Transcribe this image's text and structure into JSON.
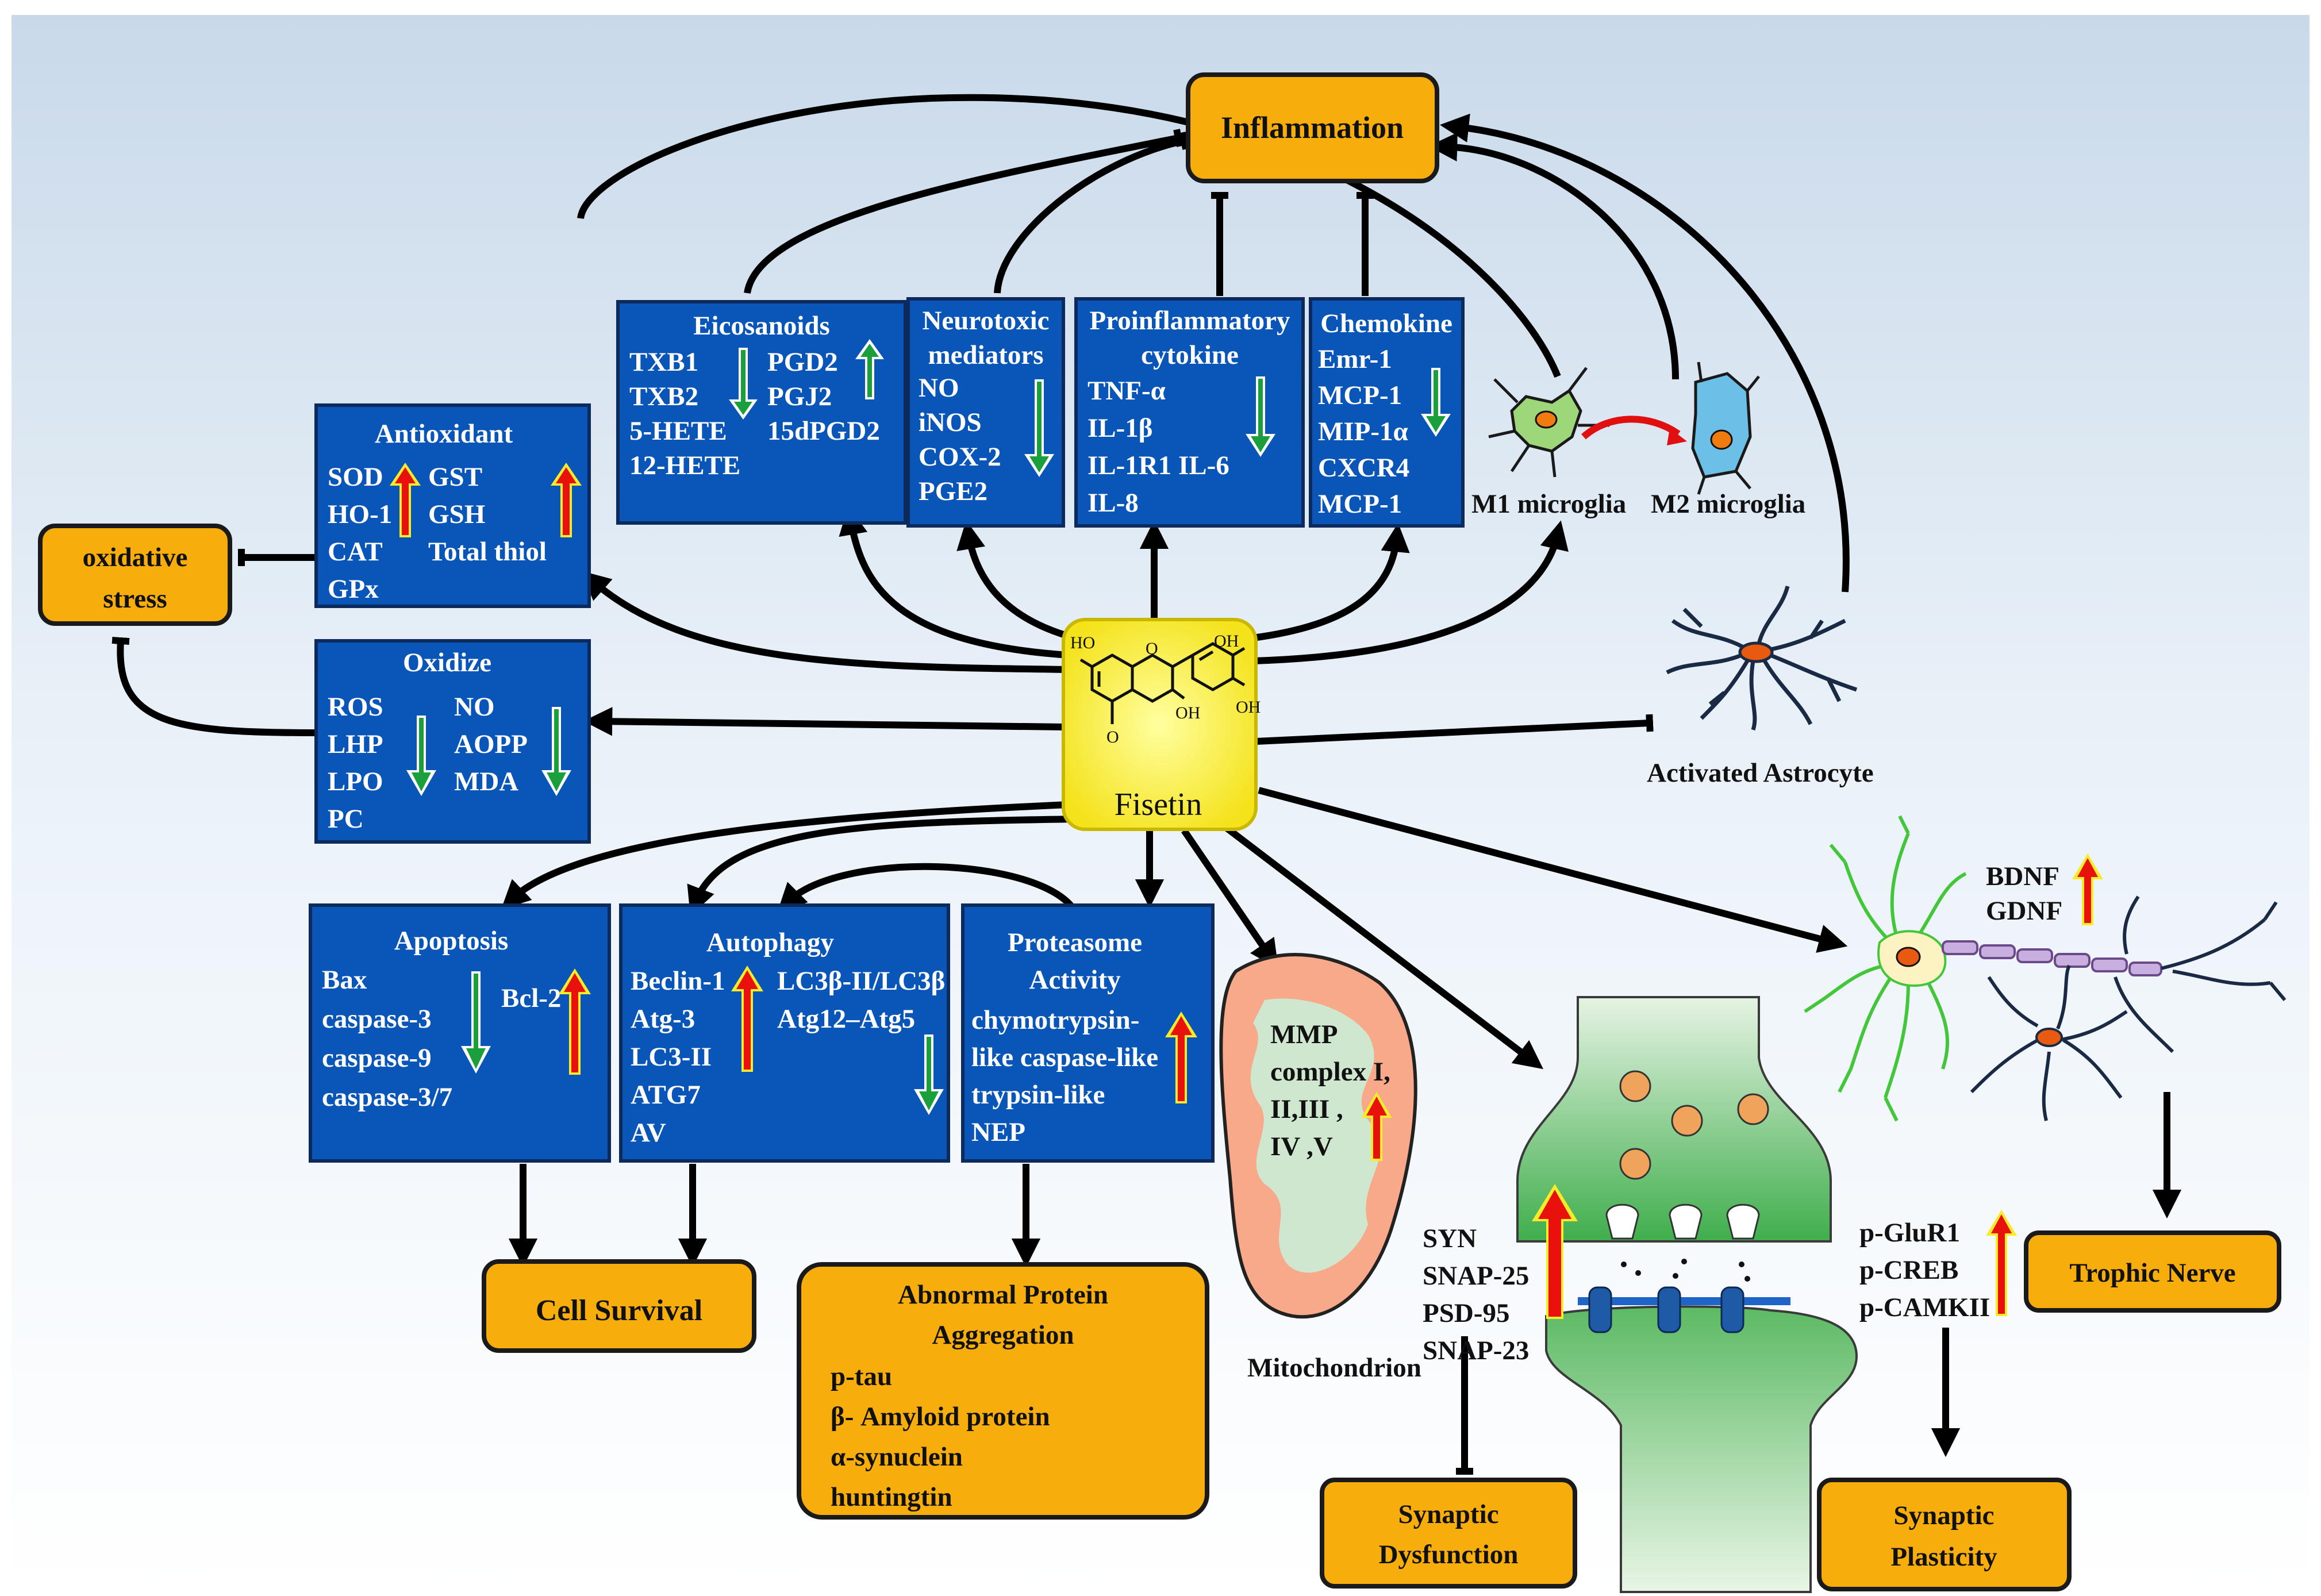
{
  "center": {
    "label": "Fisetin",
    "oh1": "HO",
    "oh2": "OH",
    "oh3": "OH",
    "oh4": "OH",
    "o1": "O",
    "o2": "O"
  },
  "inflammation": {
    "label": "Inflammation"
  },
  "oxidative_stress": {
    "line1": "oxidative",
    "line2": "stress"
  },
  "eicosanoids": {
    "title": "Eicosanoids",
    "left": [
      "TXB1",
      "TXB2",
      "5-HETE",
      "12-HETE"
    ],
    "right": [
      "PGD2",
      "PGJ2",
      "15dPGD2"
    ]
  },
  "neurotoxic": {
    "title1": "Neurotoxic",
    "title2": "mediators",
    "items": [
      "NO",
      "iNOS",
      "COX-2",
      "PGE2"
    ]
  },
  "proinflammatory": {
    "title1": "Proinflammatory",
    "title2": "cytokine",
    "items": [
      "TNF-α",
      "IL-1β",
      "IL-1R1  IL-6",
      "IL-8"
    ]
  },
  "chemokine": {
    "title": "Chemokine",
    "items": [
      "Emr-1",
      "MCP-1",
      "MIP-1α",
      "CXCR4",
      "MCP-1"
    ]
  },
  "microglia": {
    "m1": "M1  microglia",
    "m2": "M2 microglia"
  },
  "antioxidant": {
    "title": "Antioxidant",
    "left": [
      "SOD",
      "HO-1",
      "CAT",
      "GPx"
    ],
    "right": [
      "GST",
      "GSH",
      "Total thiol"
    ]
  },
  "oxidize": {
    "title": "Oxidize",
    "left": [
      "ROS",
      "LHP",
      "LPO",
      "PC"
    ],
    "right": [
      "NO",
      "AOPP",
      "MDA"
    ]
  },
  "astrocyte": {
    "label": "Activated Astrocyte"
  },
  "apoptosis": {
    "title": "Apoptosis",
    "items": [
      "Bax",
      "caspase-3",
      "caspase-9",
      "caspase-3/7"
    ],
    "right": "Bcl-2"
  },
  "autophagy": {
    "title": "Autophagy",
    "left": [
      "Beclin-1",
      "Atg-3",
      "LC3-II",
      "ATG7",
      "AV"
    ],
    "right": [
      "LC3β-II/LC3β",
      "Atg12–Atg5"
    ]
  },
  "proteasome": {
    "title1": "Proteasome",
    "title2": "Activity",
    "items": [
      "chymotrypsin-",
      "like caspase-like",
      "trypsin-like",
      "NEP"
    ]
  },
  "mitochondrion": {
    "label": "Mitochondrion",
    "items": [
      "MMP",
      "complex I,",
      "II,III ,",
      "IV ,V"
    ]
  },
  "synapse_markers": {
    "items": [
      "SYN",
      "SNAP-25",
      "PSD-95",
      "SNAP-23"
    ]
  },
  "plasticity_markers": {
    "items": [
      "p-GluR1",
      "p-CREB",
      "p-CAMKII"
    ]
  },
  "trophic_markers": {
    "items": [
      "BDNF",
      "GDNF"
    ]
  },
  "cell_survival": {
    "label": "Cell Survival"
  },
  "aggregation": {
    "title1": "Abnormal Protein",
    "title2": "Aggregation",
    "items": [
      "p-tau",
      "β- Amyloid protein",
      "α-synuclein",
      "huntingtin"
    ]
  },
  "synaptic_dysfunction": {
    "line1": "Synaptic",
    "line2": "Dysfunction"
  },
  "synaptic_plasticity": {
    "line1": "Synaptic",
    "line2": "Plasticity"
  },
  "trophic_nerve": {
    "label": "Trophic Nerve"
  },
  "colors": {
    "box_blue": "#0a56b8",
    "orange": "#f7ae0c",
    "yellow": "#fff33a",
    "up_arrow": "#e8110c",
    "down_arrow": "#1a9f3c"
  }
}
